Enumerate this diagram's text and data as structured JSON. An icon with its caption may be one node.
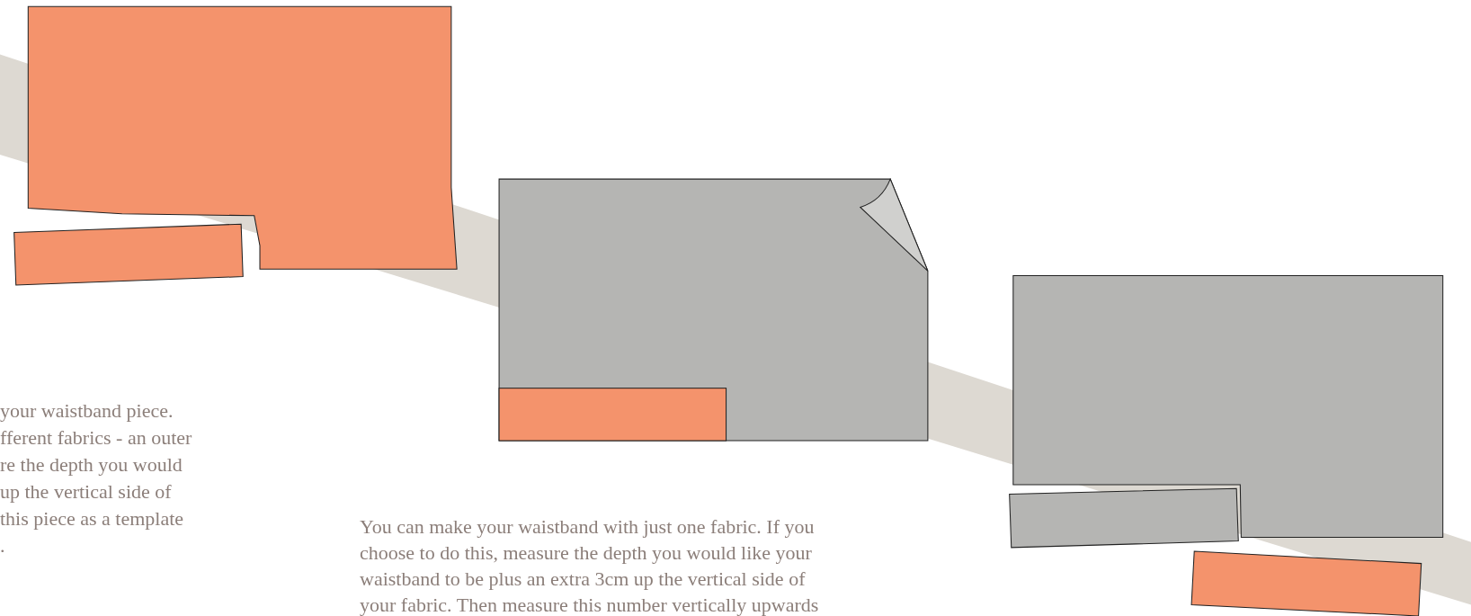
{
  "diagram": {
    "labels": [
      "your waistband piece.",
      "fferent fabrics - an outer",
      "re the depth you would",
      "up the vertical side of",
      "this piece as a template",
      ".",
      "You can make your waistband with just one fabric. If you",
      "choose to do this, measure the depth you would like your",
      "waistband to be plus an extra 3cm up the vertical side of",
      "your fabric. Then measure this number vertically upwards"
    ]
  }
}
